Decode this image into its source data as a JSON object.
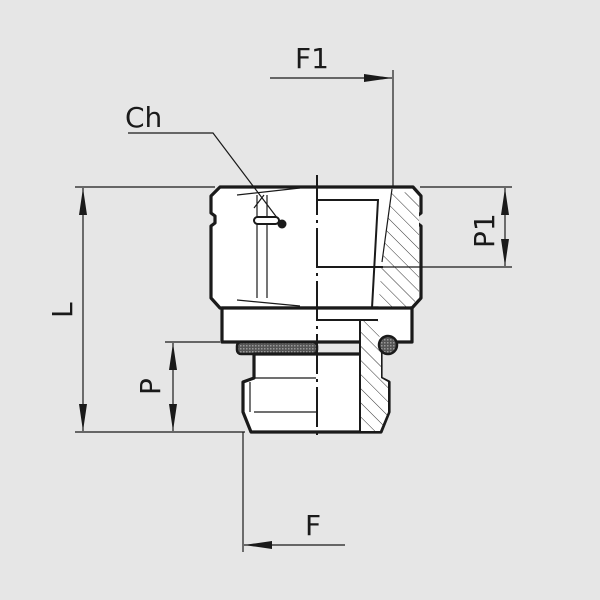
{
  "labels": {
    "F1": "F1",
    "Ch": "Ch",
    "L": "L",
    "P1": "P1",
    "P": "P",
    "F": "F"
  },
  "colors": {
    "background": "#e6e6e6",
    "line": "#1a1a1a",
    "body": "#ffffff"
  }
}
